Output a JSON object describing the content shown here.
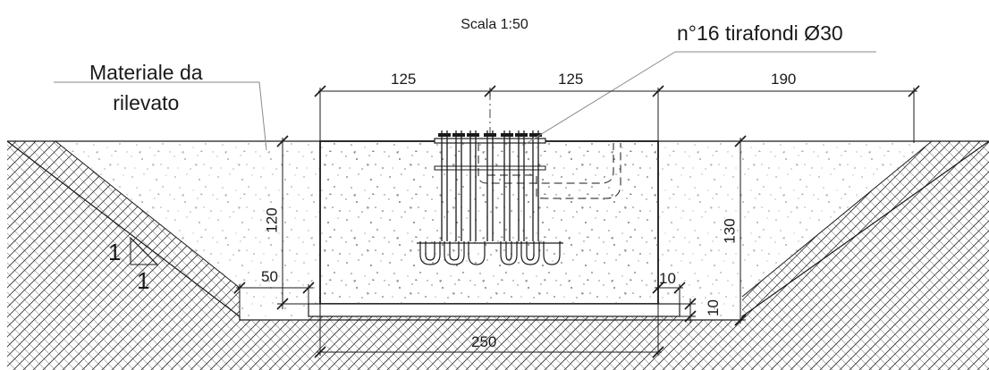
{
  "title": "Scala 1:50",
  "callouts": {
    "anchors": "n°16 tirafondi Ø30",
    "fill_line1": "Materiale da",
    "fill_line2": "rilevato"
  },
  "dimensions": {
    "top_left": "125",
    "top_mid": "125",
    "top_right": "190",
    "height_left": "120",
    "height_right": "130",
    "step_left": "50",
    "step_right": "10",
    "base_thick": "10",
    "base_width": "250"
  },
  "slope": {
    "rise": "1",
    "run": "1"
  },
  "colors": {
    "line": "#1a1a1a",
    "concrete_dots": "#8a8a8a",
    "soil_hatch": "#2b2b2b"
  }
}
